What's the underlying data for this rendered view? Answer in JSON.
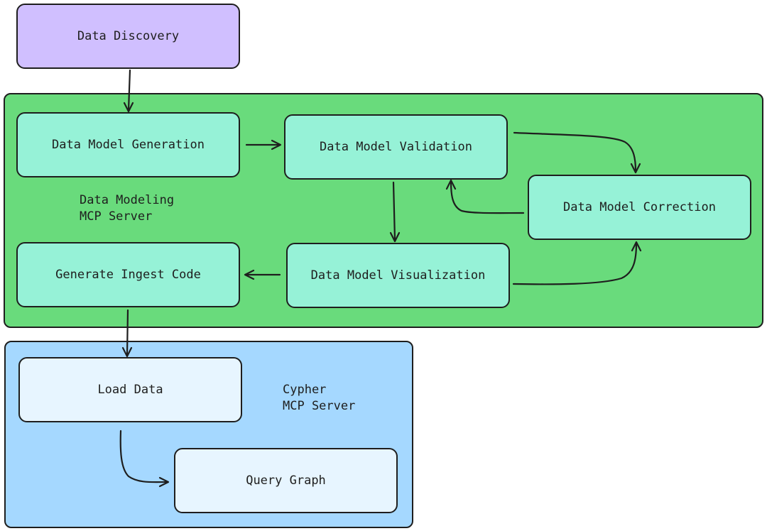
{
  "nodes": {
    "data_discovery": "Data Discovery",
    "data_model_generation": "Data Model Generation",
    "data_model_validation": "Data Model Validation",
    "data_model_correction": "Data Model Correction",
    "data_model_visualization": "Data Model Visualization",
    "generate_ingest_code": "Generate Ingest Code",
    "load_data": "Load Data",
    "query_graph": "Query Graph"
  },
  "groups": {
    "data_modeling": {
      "label_line1": "Data Modeling",
      "label_line2": "MCP Server",
      "color": "#69db7c"
    },
    "cypher": {
      "label_line1": "Cypher",
      "label_line2": "MCP Server",
      "color": "#a5d8ff"
    }
  },
  "edges": [
    {
      "from": "Data Discovery",
      "to": "Data Model Generation"
    },
    {
      "from": "Data Model Generation",
      "to": "Data Model Validation"
    },
    {
      "from": "Data Model Validation",
      "to": "Data Model Correction"
    },
    {
      "from": "Data Model Correction",
      "to": "Data Model Validation"
    },
    {
      "from": "Data Model Validation",
      "to": "Data Model Visualization"
    },
    {
      "from": "Data Model Visualization",
      "to": "Data Model Correction"
    },
    {
      "from": "Data Model Visualization",
      "to": "Generate Ingest Code"
    },
    {
      "from": "Generate Ingest Code",
      "to": "Load Data"
    },
    {
      "from": "Load Data",
      "to": "Query Graph"
    }
  ],
  "colors": {
    "node_purple": "#d0bfff",
    "node_teal": "#96f2d7",
    "node_light": "#e7f5ff",
    "stroke": "#1e1e1e"
  }
}
